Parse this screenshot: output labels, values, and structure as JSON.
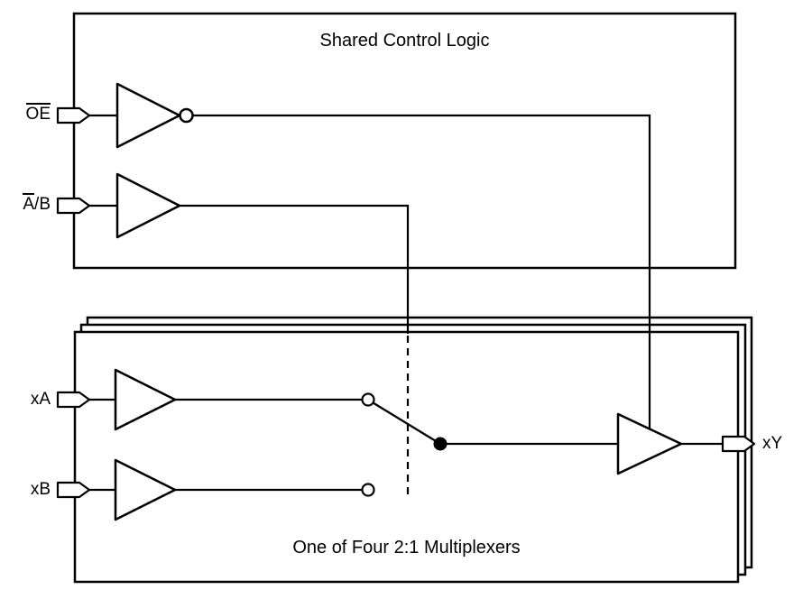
{
  "diagram": {
    "title_top": "Shared Control Logic",
    "title_bottom": "One of Four 2:1 Multiplexers",
    "inputs": {
      "oe": {
        "overline": "OE",
        "plain": ""
      },
      "ab": {
        "overline": "A",
        "plain": "/B"
      },
      "xa": "xA",
      "xb": "xB"
    },
    "output": {
      "xy": "xY"
    },
    "colors": {
      "line": "#000000",
      "background": "#ffffff"
    }
  }
}
